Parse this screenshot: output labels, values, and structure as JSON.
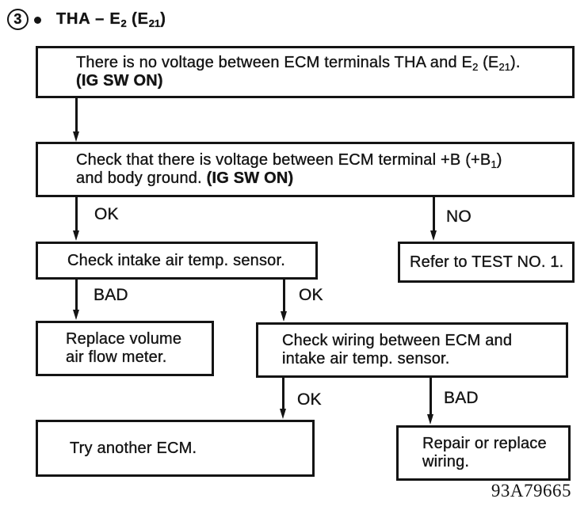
{
  "colors": {
    "ink": "#141414",
    "paper": "#ffffff"
  },
  "figure": {
    "number": "3",
    "title_parts": [
      "THA – E",
      "2",
      " (E",
      "21",
      ")"
    ],
    "ref_code": "93A79665"
  },
  "boxes": {
    "problem": {
      "line1_parts": [
        "There is no voltage between ECM terminals THA and E",
        "2",
        " (E",
        "21",
        ")."
      ],
      "line2_bold": "(IG SW ON)"
    },
    "check_voltage": {
      "line1_parts": [
        "Check that there is voltage between ECM terminal +B (+B",
        "1",
        ")"
      ],
      "line2_pre": "and body ground. ",
      "line2_bold": "(IG SW ON)"
    },
    "check_sensor": {
      "text": "Check intake air temp. sensor."
    },
    "refer_test": {
      "text": "Refer to TEST NO. 1."
    },
    "replace_meter": {
      "line1": "Replace volume",
      "line2": "air flow meter."
    },
    "check_wiring": {
      "line1": "Check wiring between ECM and",
      "line2": "intake air temp. sensor."
    },
    "try_ecm": {
      "text": "Try another ECM."
    },
    "repair_wiring": {
      "line1": "Repair or replace",
      "line2": "wiring."
    }
  },
  "branch_labels": {
    "voltage_ok": "OK",
    "voltage_no": "NO",
    "sensor_bad": "BAD",
    "sensor_ok": "OK",
    "wiring_ok": "OK",
    "wiring_bad": "BAD"
  }
}
